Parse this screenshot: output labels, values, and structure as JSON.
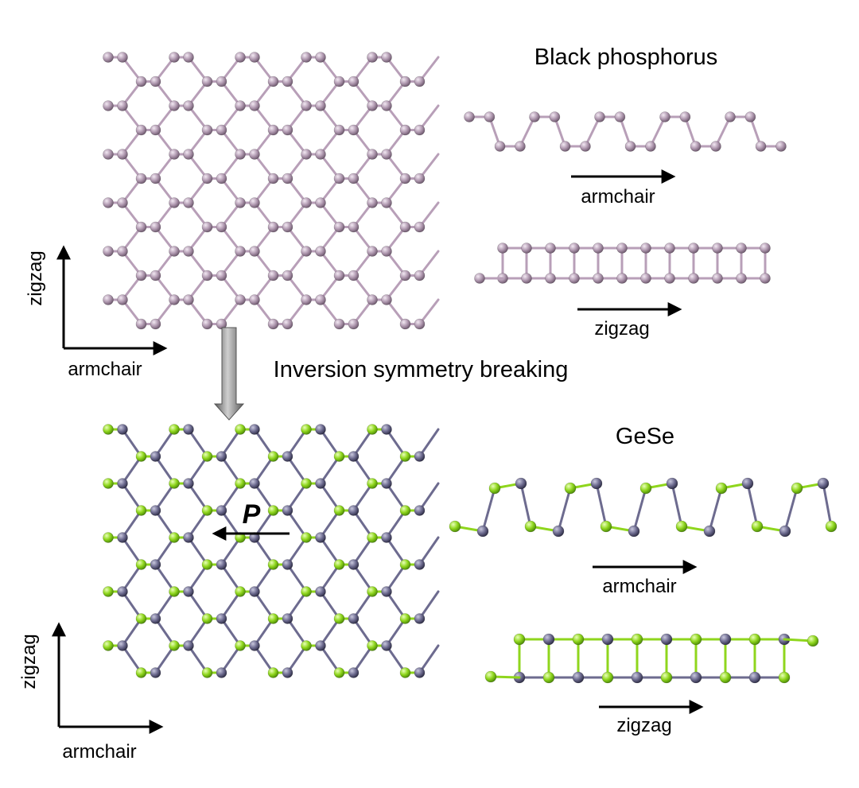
{
  "titles": {
    "black_phosphorus": "Black phosphorus",
    "gese": "GeSe",
    "transition": "Inversion symmetry breaking",
    "polarization": "P"
  },
  "axis_labels": {
    "bp_top_zigzag": "zigzag",
    "bp_top_armchair": "armchair",
    "bp_side_armchair": "armchair",
    "bp_side_zigzag": "zigzag",
    "gese_top_zigzag": "zigzag",
    "gese_top_armchair": "armchair",
    "gese_side_armchair": "armchair",
    "gese_side_zigzag": "zigzag"
  },
  "colors": {
    "phosphorus": "#b19ab1",
    "phosphorus_bond": "#b89fb8",
    "germanium": "#6d6b8f",
    "selenium": "#8fd61d",
    "arrow": "#000000",
    "transition_arrow": "#8a8a8a"
  }
}
